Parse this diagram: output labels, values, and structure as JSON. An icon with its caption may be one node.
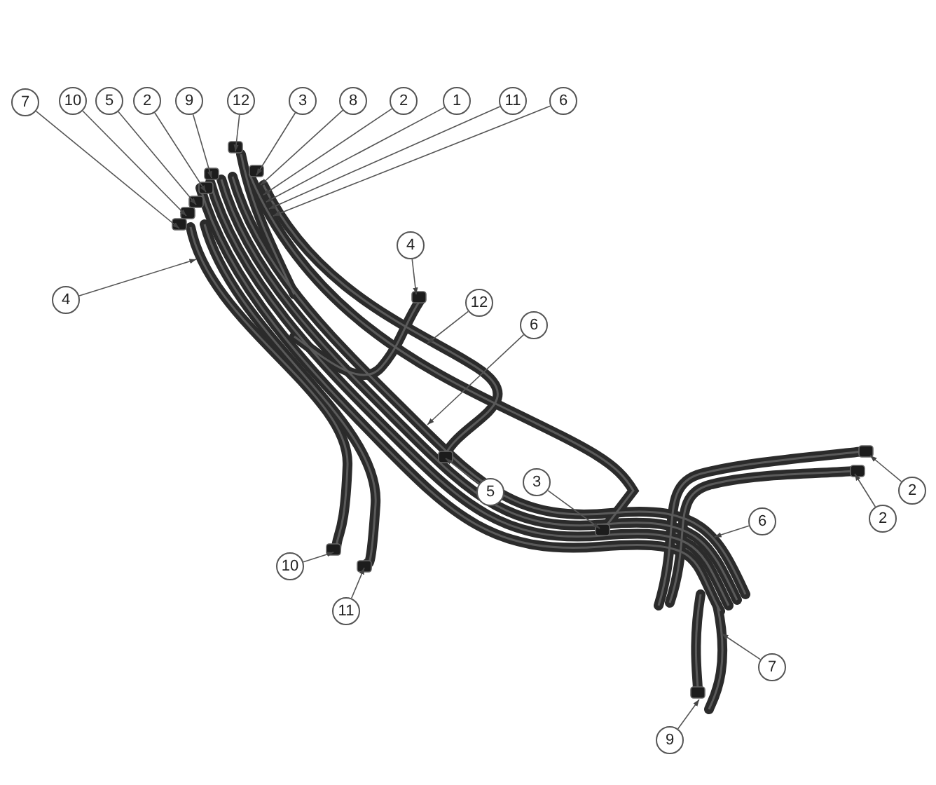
{
  "diagram": {
    "nodes": [
      {
        "text": [
          "7"
        ]
      },
      {
        "text": [
          "10"
        ]
      },
      {
        "text": [
          "5"
        ]
      },
      {
        "text": [
          "2"
        ]
      },
      {
        "text": [
          "9"
        ]
      },
      {
        "text": [
          "12"
        ]
      },
      {
        "text": [
          "3"
        ]
      },
      {
        "text": [
          "8"
        ]
      },
      {
        "text": [
          "2"
        ]
      },
      {
        "text": [
          "1"
        ]
      },
      {
        "text": [
          "11"
        ]
      },
      {
        "text": [
          "6"
        ]
      },
      {
        "text": [
          "4"
        ]
      },
      {
        "text": [
          "4"
        ]
      },
      {
        "text": [
          "12"
        ]
      },
      {
        "text": [
          "6"
        ]
      },
      {
        "text": [
          "5"
        ]
      },
      {
        "text": [
          "3"
        ]
      },
      {
        "text": [
          "10"
        ]
      },
      {
        "text": [
          "11"
        ]
      },
      {
        "text": [
          "2"
        ]
      },
      {
        "text": [
          "2"
        ]
      },
      {
        "text": [
          "6"
        ]
      },
      {
        "text": [
          "7"
        ]
      },
      {
        "text": [
          "9"
        ]
      }
    ],
    "edges": [
      {
        "from": 0,
        "to": null,
        "arrow": "to"
      },
      {
        "from": 1,
        "to": null,
        "arrow": "to"
      },
      {
        "from": 2,
        "to": null,
        "arrow": "to"
      },
      {
        "from": 3,
        "to": null,
        "arrow": "to"
      },
      {
        "from": 4,
        "to": null,
        "arrow": "to"
      },
      {
        "from": 5,
        "to": null,
        "arrow": "to"
      },
      {
        "from": 6,
        "to": null,
        "arrow": "to"
      },
      {
        "from": 7,
        "to": null,
        "arrow": "to"
      },
      {
        "from": 8,
        "to": null,
        "arrow": "to"
      },
      {
        "from": 9,
        "to": null,
        "arrow": "to"
      },
      {
        "from": 10,
        "to": null,
        "arrow": "to"
      },
      {
        "from": 11,
        "to": null,
        "arrow": "to"
      },
      {
        "from": 12,
        "to": null,
        "arrow": "to"
      },
      {
        "from": 13,
        "to": null,
        "arrow": "to"
      },
      {
        "from": 14,
        "to": null,
        "arrow": "to"
      },
      {
        "from": 15,
        "to": null,
        "arrow": "to"
      },
      {
        "from": 16,
        "to": null,
        "arrow": "to"
      },
      {
        "from": 17,
        "to": null,
        "arrow": "to"
      },
      {
        "from": 18,
        "to": null,
        "arrow": "to"
      },
      {
        "from": 19,
        "to": null,
        "arrow": "to"
      },
      {
        "from": 20,
        "to": null,
        "arrow": "to"
      },
      {
        "from": 21,
        "to": null,
        "arrow": "to"
      },
      {
        "from": 22,
        "to": null,
        "arrow": "to"
      },
      {
        "from": 23,
        "to": null,
        "arrow": "to"
      },
      {
        "from": 24,
        "to": null,
        "arrow": "to"
      }
    ]
  }
}
